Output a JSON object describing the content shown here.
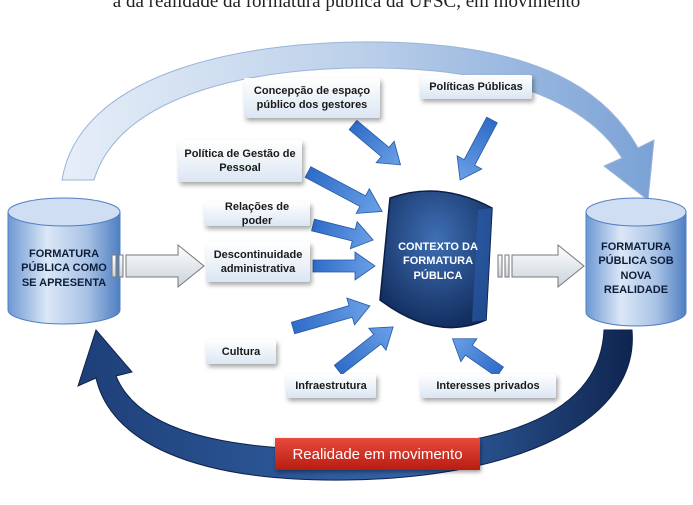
{
  "header_text": "a da realidade da formatura pública da UFSC, em movimento",
  "left_cylinder": "FORMATURA\nPÚBLICA  COMO\nSE APRESENTA",
  "center": "CONTEXTO DA\nFORMATURA\nPÚBLICA",
  "right_cylinder": "FORMATURA\nPÚBLICA SOB\nNOVA\nREALIDADE",
  "factors": {
    "concepcao": "Concepção de espaço público dos gestores",
    "politicas_publicas": "Políticas Públicas",
    "gestao_pessoal": "Política de Gestão de Pessoal",
    "relacoes_poder": "Relações de poder",
    "descontinuidade": "Descontinuidade administrativa",
    "cultura": "Cultura",
    "infraestrutura": "Infraestrutura",
    "interesses_privados": "Interesses privados"
  },
  "banner": "Realidade em movimento",
  "colors": {
    "arrow_blue": "#3f7fd6",
    "cylinder_blue": "#8fb4e3",
    "center_dark": "#1f3f7a",
    "banner_red": "#d0352a"
  }
}
